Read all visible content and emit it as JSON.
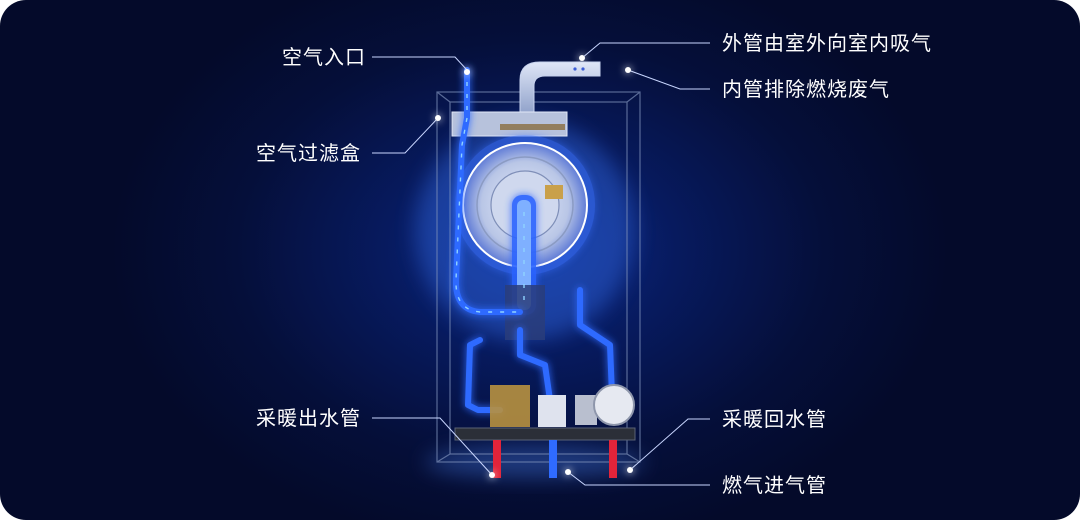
{
  "labels": {
    "air_inlet": "空气入口",
    "air_filter_box": "空气过滤盒",
    "heating_outlet_pipe": "采暖出水管",
    "outer_pipe": "外管由室外向室内吸气",
    "inner_pipe": "内管排除燃烧废气",
    "heating_return_pipe": "采暖回水管",
    "gas_inlet_pipe": "燃气进气管"
  },
  "colors": {
    "background": "#050f3a",
    "air_flow": "#2f6bff",
    "air_glow": "#8fd3ff",
    "hot_water": "#e2243a",
    "leader_line": "#c9d6ff",
    "frame": "#7d8fb8"
  }
}
